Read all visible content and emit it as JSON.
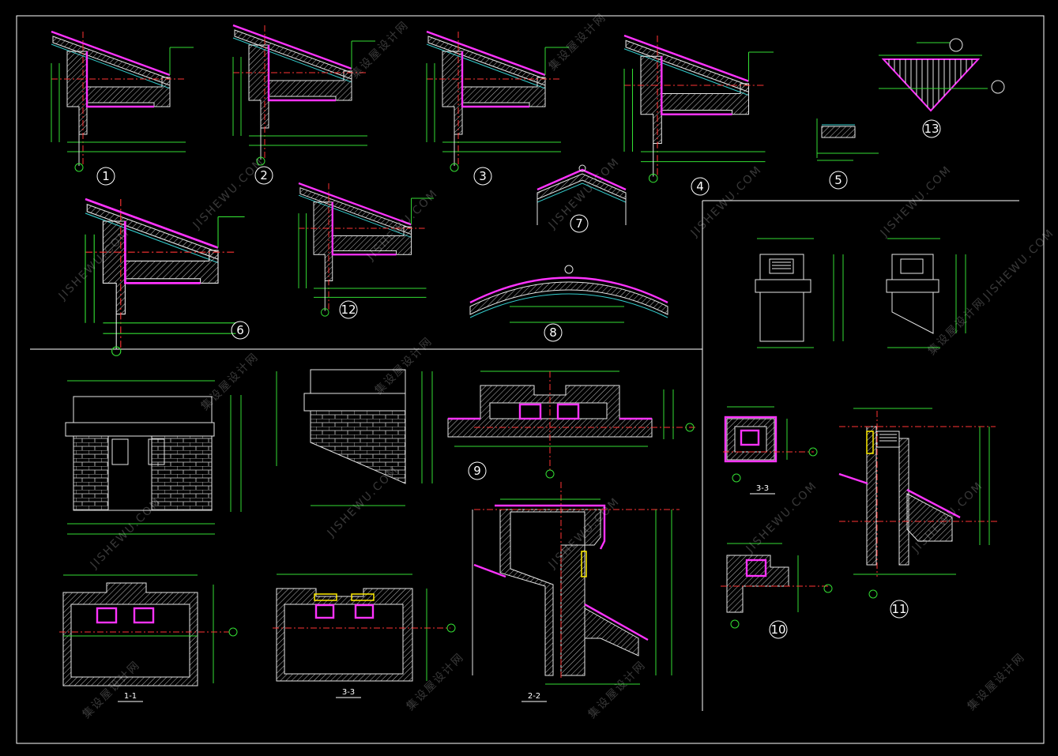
{
  "drawing": {
    "detail_markers": [
      "1",
      "2",
      "3",
      "4",
      "5",
      "6",
      "7",
      "8",
      "9",
      "10",
      "11",
      "12",
      "13"
    ],
    "section_labels": [
      "1-1",
      "3-3",
      "2-2",
      "3-3"
    ],
    "watermark_text": "JISHEWU.COM",
    "watermark_cn": "集设屋设计网"
  },
  "colors": {
    "background": "#000000",
    "dimension": "#33dd33",
    "outline": "#ff33ff",
    "section_line": "#ff3333",
    "hatch": "#e6e6e6",
    "border": "#ffffff"
  }
}
